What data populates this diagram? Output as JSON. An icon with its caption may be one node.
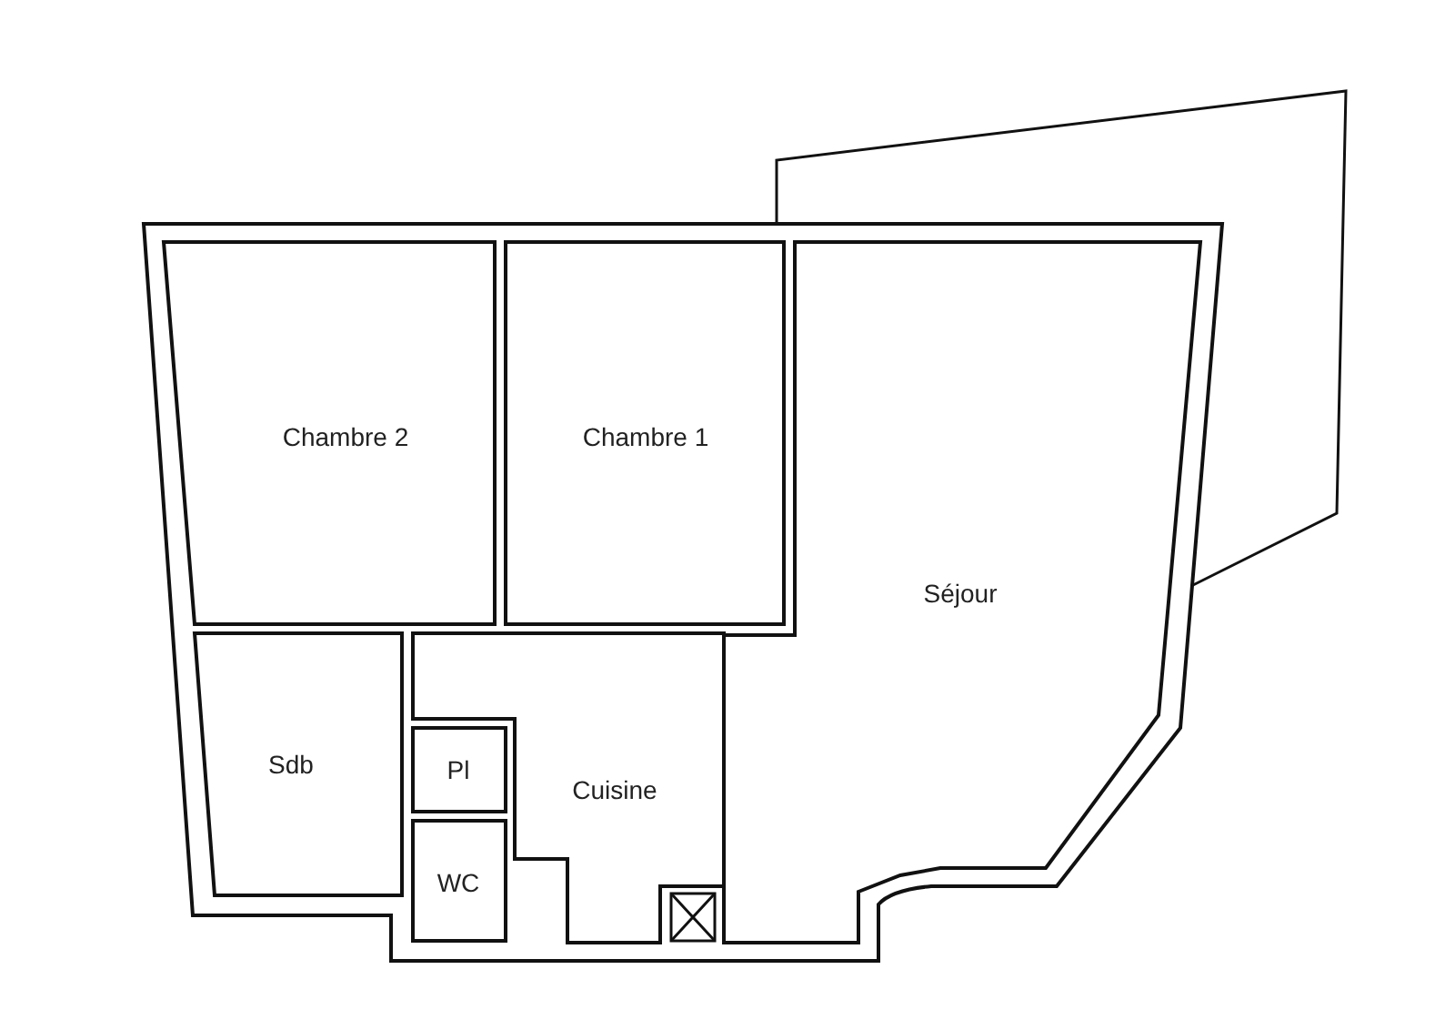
{
  "diagram": {
    "nodes": [
      {
        "text": [
          "Chambre 2"
        ]
      },
      {
        "text": [
          "Chambre 1"
        ]
      },
      {
        "text": [
          "Séjour"
        ]
      },
      {
        "text": [
          "Sdb"
        ]
      },
      {
        "text": [
          "Pl"
        ]
      },
      {
        "text": [
          "Cuisine"
        ]
      },
      {
        "text": [
          "WC"
        ]
      }
    ]
  }
}
